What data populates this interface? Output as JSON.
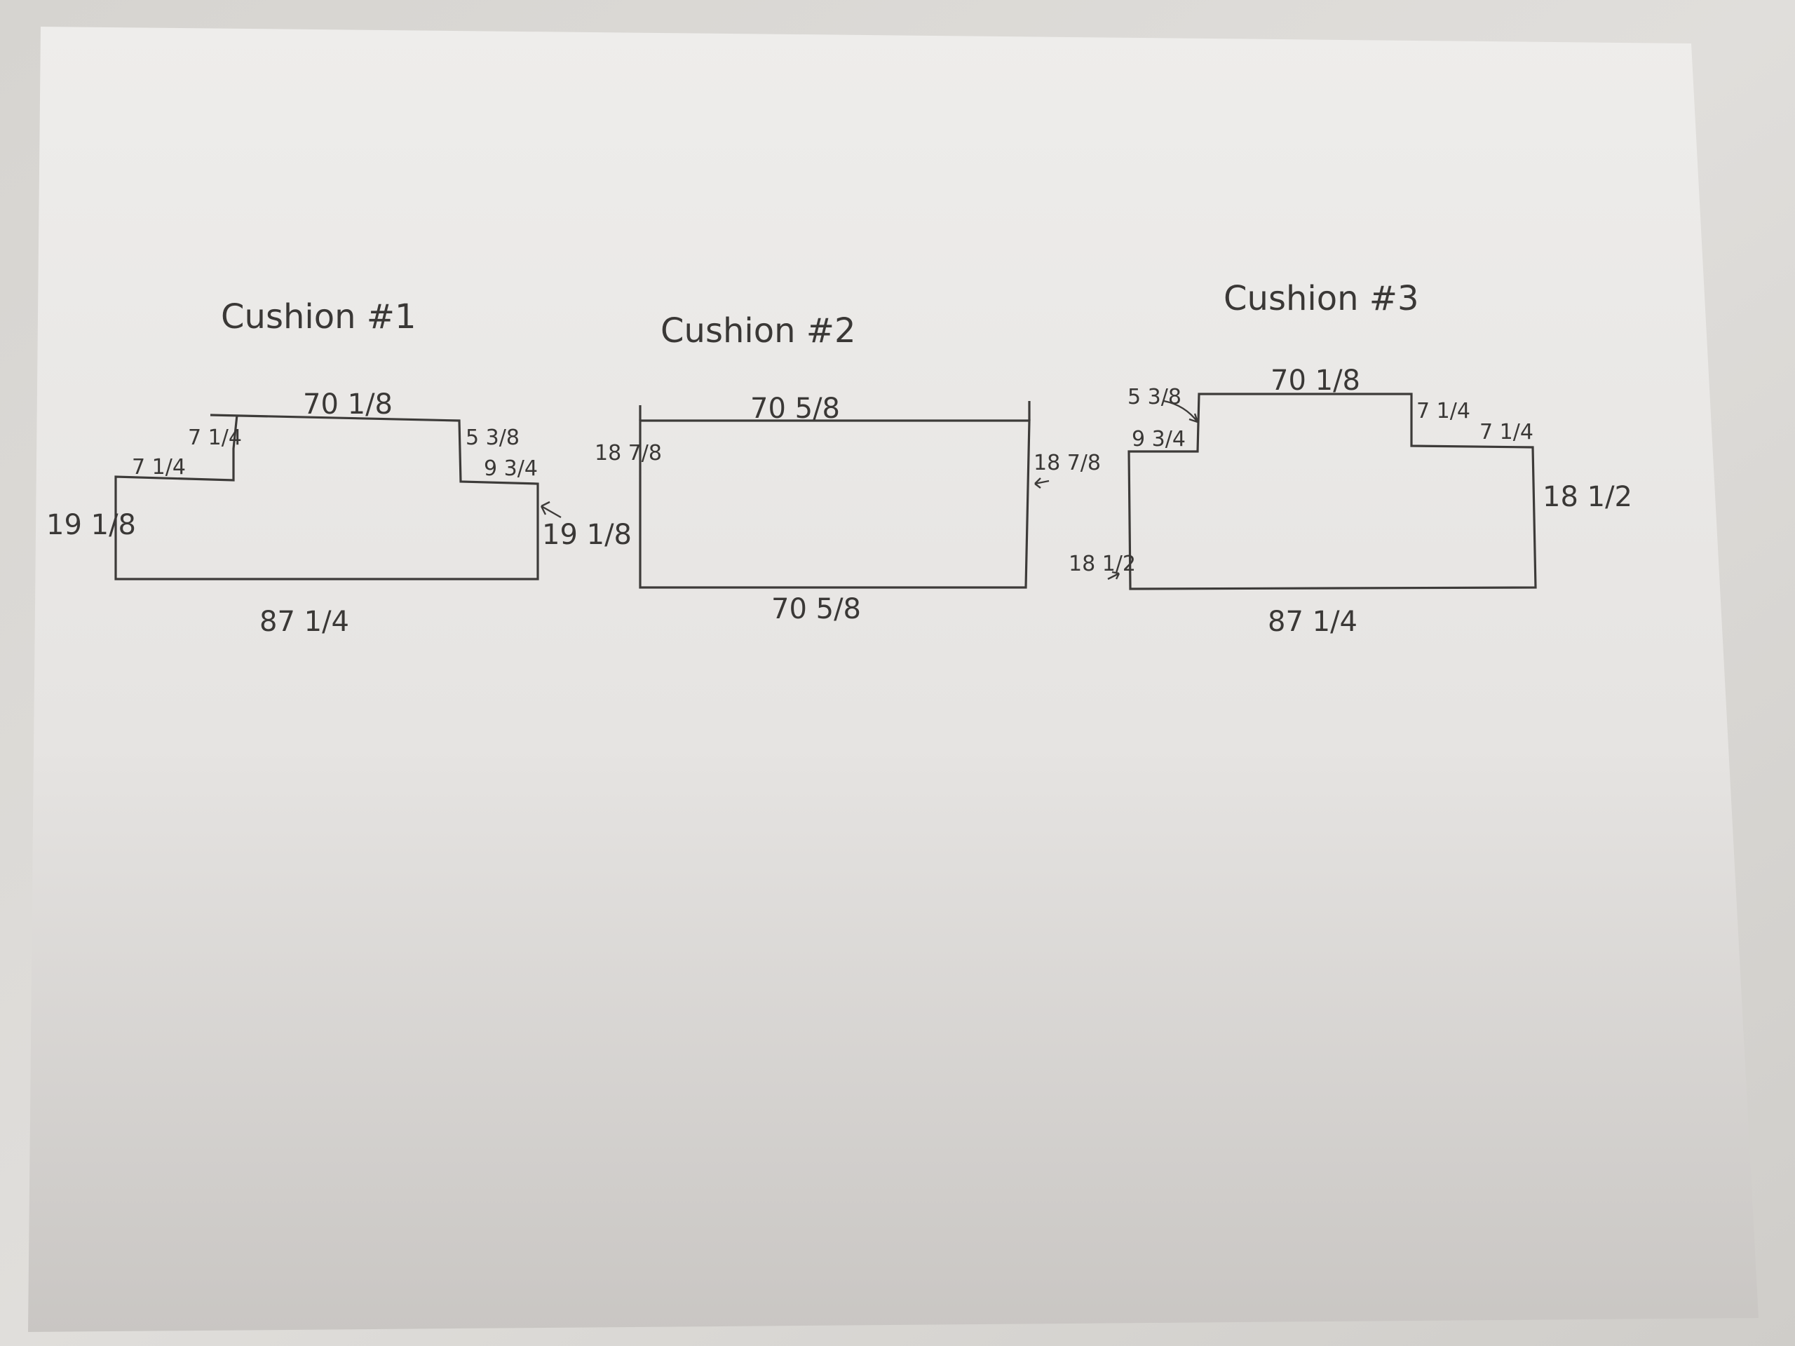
{
  "paper_color": "#e9e8e6",
  "ink_color": "#3a3836",
  "cushions": [
    {
      "title": "Cushion #1",
      "top": "70 1/8",
      "bottom": "87 1/4",
      "left_height": "19 1/8",
      "right_height": "19 1/8",
      "left_step_depth": "7 1/4",
      "left_step_width": "7 1/4",
      "right_step_depth": "5 3/8",
      "right_step_width": "9 3/4"
    },
    {
      "title": "Cushion #2",
      "top": "70 5/8",
      "bottom": "70 5/8",
      "left_height": "18 7/8",
      "right_height": "18 7/8"
    },
    {
      "title": "Cushion #3",
      "top": "70 1/8",
      "bottom": "87 1/4",
      "left_height": "18 1/2",
      "right_height": "18 1/2",
      "left_step_depth": "5 3/8",
      "left_step_width": "9 3/4",
      "right_step_depth": "7 1/4",
      "right_step_width": "7 1/4"
    }
  ]
}
